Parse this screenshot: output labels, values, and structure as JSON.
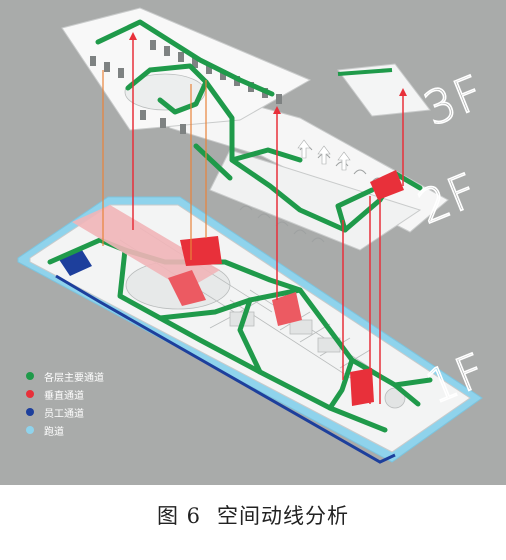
{
  "floors": {
    "f3": "3F",
    "f2": "2F",
    "f1": "1F"
  },
  "legend": [
    {
      "label": "各层主要通道",
      "color": "#1f9a4a"
    },
    {
      "label": "垂直通道",
      "color": "#e8303a"
    },
    {
      "label": "员工通道",
      "color": "#1d3f9c"
    },
    {
      "label": "跑道",
      "color": "#8fd3ec"
    }
  ],
  "caption": {
    "number": "图 6",
    "title": "空间动线分析"
  },
  "colors": {
    "background": "#a9abaa",
    "main_path": "#1f9a4a",
    "vertical": "#e8303a",
    "staff": "#1d3f9c",
    "track": "#8fd3ec",
    "elevator": "#e9833a"
  }
}
